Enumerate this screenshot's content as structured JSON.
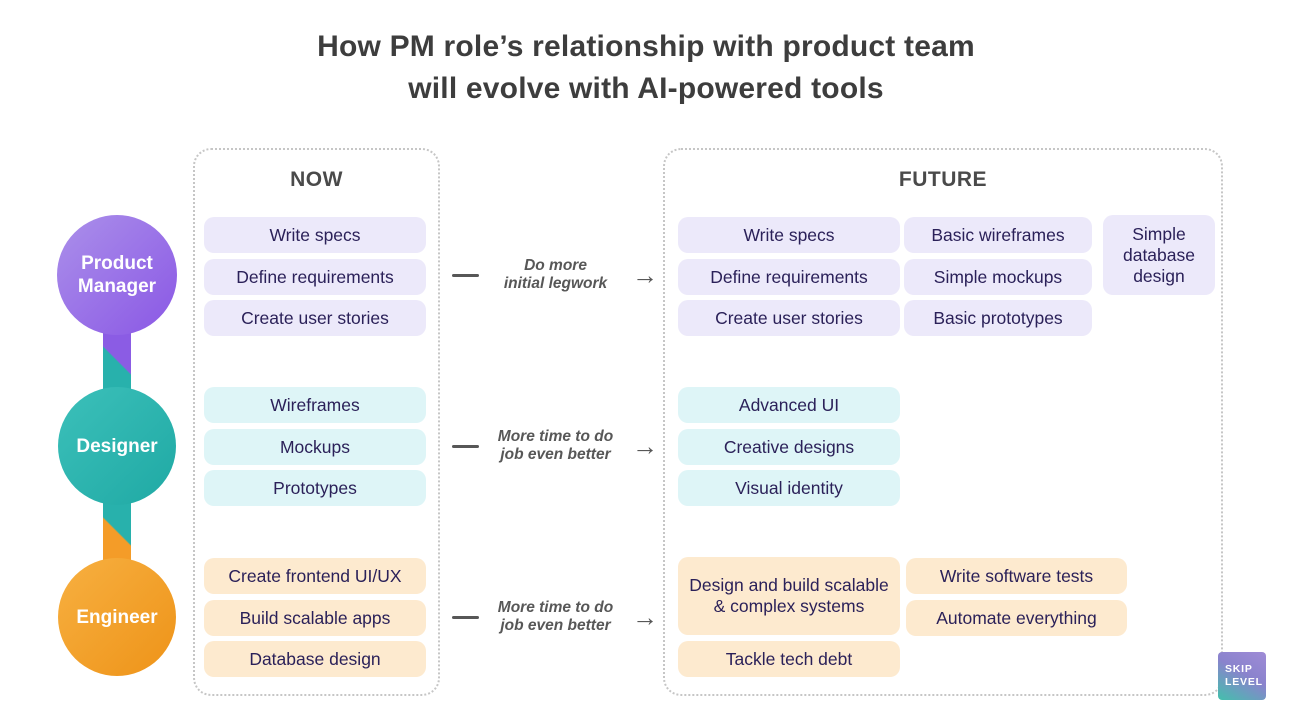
{
  "title": {
    "line1": "How PM role’s relationship with product team",
    "line2": "will evolve with AI-powered tools"
  },
  "panels": {
    "now_label": "NOW",
    "future_label": "FUTURE"
  },
  "roles": {
    "pm": {
      "label": "Product Manager",
      "now": [
        "Write specs",
        "Define requirements",
        "Create user stories"
      ],
      "future_col1": [
        "Write specs",
        "Define requirements",
        "Create user stories"
      ],
      "future_col2": [
        "Basic wireframes",
        "Simple mockups",
        "Basic prototypes"
      ],
      "future_col3": [
        "Simple database design"
      ]
    },
    "designer": {
      "label": "Designer",
      "now": [
        "Wireframes",
        "Mockups",
        "Prototypes"
      ],
      "future": [
        "Advanced UI",
        "Creative designs",
        "Visual identity"
      ]
    },
    "engineer": {
      "label": "Engineer",
      "now": [
        "Create frontend UI/UX",
        "Build scalable apps",
        "Database design"
      ],
      "future_col1": [
        "Design and build scalable & complex systems",
        "Tackle tech debt"
      ],
      "future_col2": [
        "Write software tests",
        "Automate everything"
      ]
    }
  },
  "transitions": {
    "pm": {
      "line1": "Do more",
      "line2": "initial legwork"
    },
    "designer": {
      "line1": "More time to do",
      "line2": "job even better"
    },
    "engineer": {
      "line1": "More time to do",
      "line2": "job even better"
    }
  },
  "icons": {
    "right_arrow": "→"
  },
  "logo": {
    "line1": "SKIP",
    "line2": "LEVEL"
  },
  "colors": {
    "title_text": "#3d3d3d",
    "panel_border": "#c6c6c6",
    "pill_text": "#2b2159",
    "pm_pill_bg": "#ece9fa",
    "designer_pill_bg": "#def5f7",
    "engineer_pill_bg": "#fdeacf",
    "pm_circle": "#8a57e5",
    "designer_circle": "#1fa9a4",
    "engineer_circle": "#ee9318",
    "annotation_text": "#575757",
    "logo_gradient_top": "#9f8bd6",
    "logo_gradient_bottom": "#43c0ac"
  }
}
